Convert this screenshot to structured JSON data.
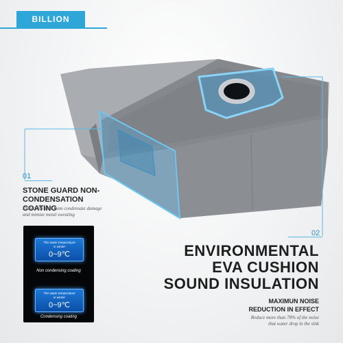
{
  "brand": {
    "label": "BILLION"
  },
  "features": [
    {
      "number": "01",
      "title_line1": "STONE GUARD NON-",
      "title_line2": "CONDENSATION COATING",
      "desc_line1": "Protect the sink from condensate damage",
      "desc_line2": "and mimize metal sweating"
    },
    {
      "number": "02",
      "title_line1": "ENVIRONMENTAL",
      "title_line2": "EVA CUSHION",
      "title_line3": "SOUND INSULATION",
      "sub_line1": "MAXIMUN NOISE",
      "sub_line2": "REDUCTION IN EFFECT",
      "desc_line1": "Reduce more than 78% of the noise",
      "desc_line2": "that water drop in the sink"
    }
  ],
  "comparison": [
    {
      "screen_title_line1": "The water temperature",
      "screen_title_line2": "in winter",
      "value": "0~9℃",
      "caption": "Non condensing coating"
    },
    {
      "screen_title_line1": "The water temperature",
      "screen_title_line2": "in winter",
      "value": "0~9℃",
      "caption": "Condensing coating"
    }
  ],
  "colors": {
    "accent": "#2ea7d8",
    "highlight": "#5bb7e6",
    "sink_steel": "#8a8d91",
    "panel": "#050608"
  }
}
